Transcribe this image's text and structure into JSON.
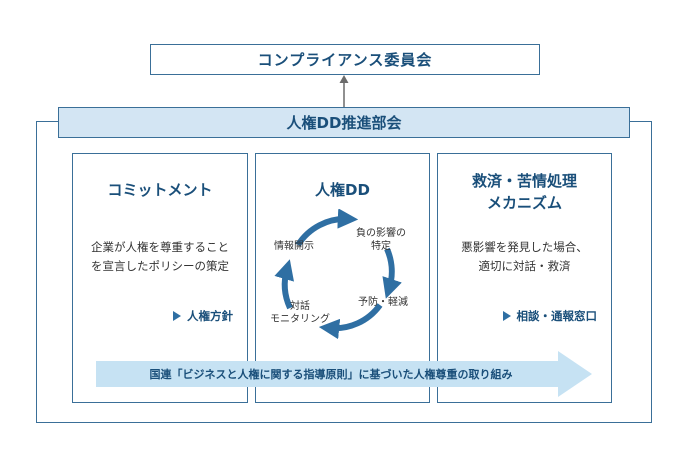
{
  "committee": "コンプライアンス委員会",
  "promotion_committee": "人権DD推進部会",
  "columns": [
    {
      "title_lines": [
        "コミットメント"
      ],
      "desc_lines": [
        "企業が人権を尊重すること",
        "を宣言したポリシーの策定"
      ],
      "link": "人権方針"
    },
    {
      "title_lines": [
        "人権DD"
      ],
      "cycle": {
        "identify": [
          "負の影響の",
          "特定"
        ],
        "prevent": "予防・軽減",
        "monitor": [
          "対話",
          "モニタリング"
        ],
        "disclose": "情報開示"
      }
    },
    {
      "title_lines": [
        "救済・苦情処理",
        "メカニズム"
      ],
      "desc_lines": [
        "悪影響を発見した場合、",
        "適切に対話・救済"
      ],
      "link": "相談・通報窓口"
    }
  ],
  "banner": "国連「ビジネスと人権に関する指導原則」に基づいた人権尊重の取り組み",
  "colors": {
    "border": "#3a6f98",
    "title_text": "#1a4f7a",
    "promotion_fill": "#d3e5f3",
    "cycle_arrow": "#2f6fa3",
    "banner_arrow": "#c6e2f3"
  }
}
